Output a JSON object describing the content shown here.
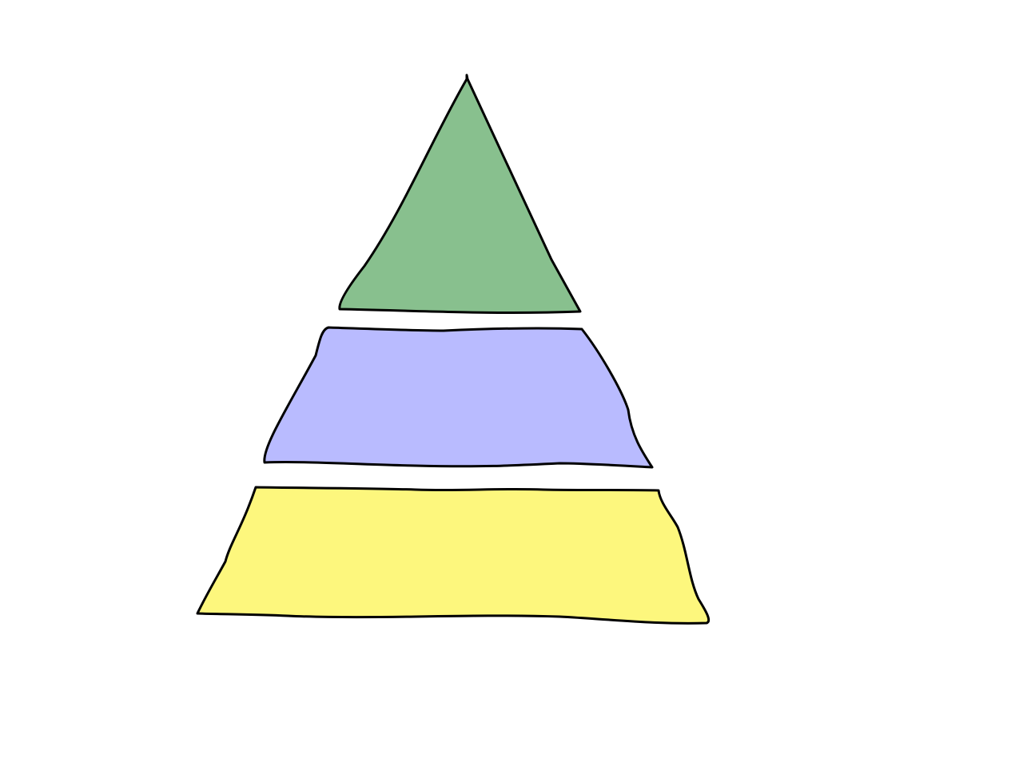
{
  "pyramid": {
    "tiers": [
      {
        "id": "top",
        "shape": "triangle",
        "fill": "#88c08e"
      },
      {
        "id": "middle",
        "shape": "trapezoid",
        "fill": "#b9bbff"
      },
      {
        "id": "bottom",
        "shape": "trapezoid",
        "fill": "#fdf77d"
      }
    ],
    "outline_color": "#000000",
    "background": "#ffffff"
  }
}
